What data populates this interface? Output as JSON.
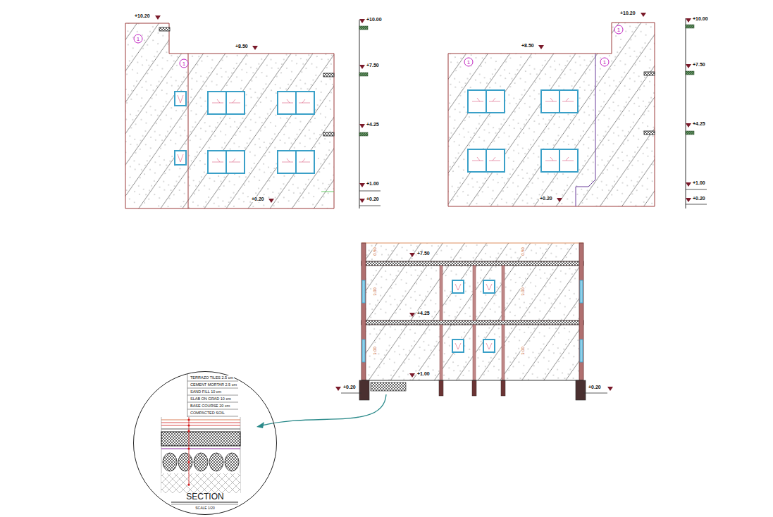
{
  "diagram": {
    "nodes": [
      {
        "text": [
          "TERRAZO TILES 2.5 cm",
          "CEMENT MORTAR 2.5 cm",
          "SAND FILL 10 cm",
          "SLAB ON GRAD 10 cm",
          "BASE COURSE 20 cm",
          "COMPACTED SOIL",
          "SECTION",
          "SCALE 1/20"
        ]
      }
    ],
    "labels": [
      "+10.20",
      "+8.50",
      "+0.20",
      "+10.00",
      "+7.50",
      "+4.25",
      "+1.00",
      "+0.20",
      "+10.20",
      "+8.50",
      "+0.20",
      "+10.00",
      "+7.50",
      "+4.25",
      "+1.00",
      "+0.20",
      "+7.50",
      "+4.25",
      "+1.00",
      "+0.20",
      "+0.20",
      "0.50",
      "3.00",
      "3.00",
      "0.50",
      "3.00",
      "3.00",
      "1",
      "1",
      "1",
      "1",
      "1"
    ]
  }
}
